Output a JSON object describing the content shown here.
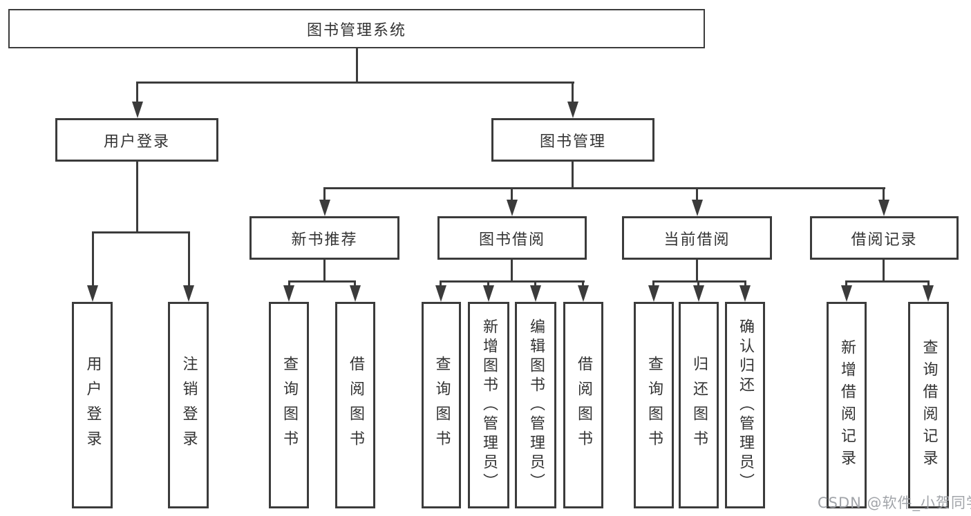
{
  "diagram": {
    "root": "图书管理系统",
    "user_login_branch": {
      "label": "用户登录",
      "children": [
        "用户登录",
        "注销登录"
      ]
    },
    "book_mgmt_branch": {
      "label": "图书管理",
      "sections": [
        {
          "label": "新书推荐",
          "children": [
            "查询图书",
            "借阅图书"
          ]
        },
        {
          "label": "图书借阅",
          "children": [
            "查询图书",
            "新增图书（管理员）",
            "编辑图书（管理员）",
            "借阅图书"
          ]
        },
        {
          "label": "当前借阅",
          "children": [
            "查询图书",
            "归还图书",
            "确认归还（管理员）"
          ]
        },
        {
          "label": "借阅记录",
          "children": [
            "新增借阅记录",
            "查询借阅记录"
          ]
        }
      ]
    },
    "watermark": "CSDN @软件_小贺同学"
  },
  "colors": {
    "line": "#3b3b3b",
    "box_border": "#3b3b3b",
    "text": "#333333",
    "watermark": "#9c9fa4",
    "background": "#ffffff"
  }
}
